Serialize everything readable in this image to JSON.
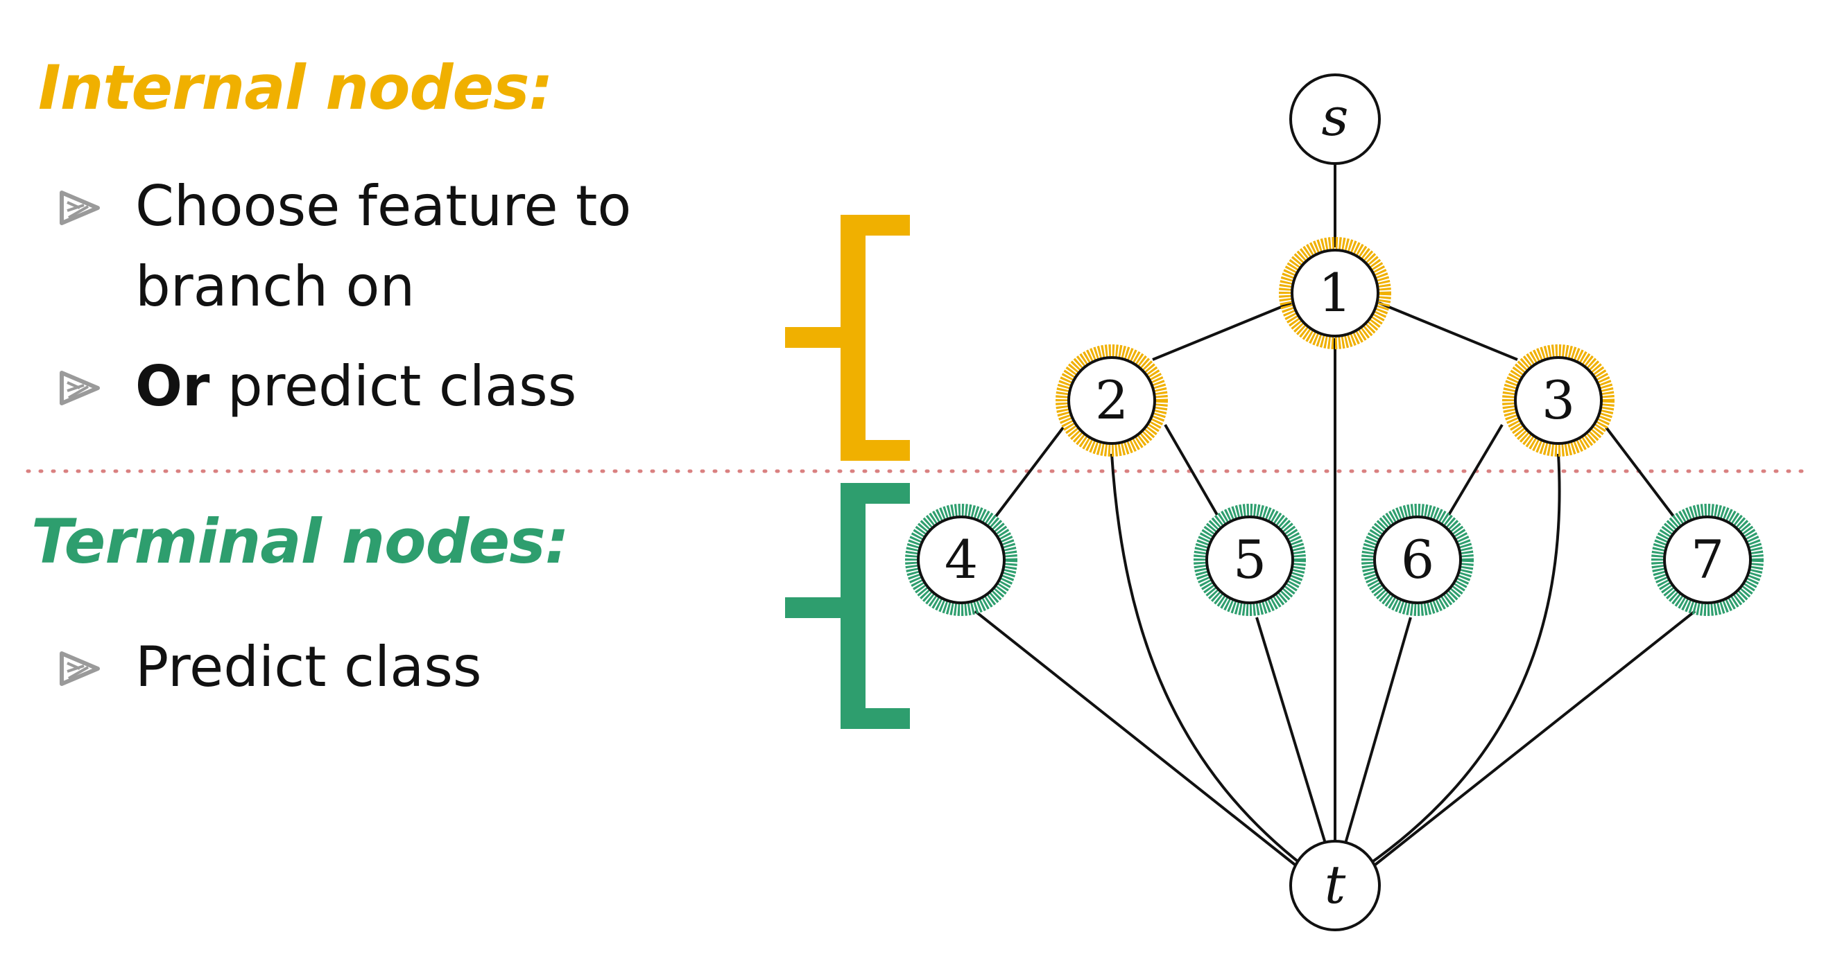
{
  "internal": {
    "heading": "Internal nodes:",
    "bullets": [
      {
        "line1": "Choose feature to",
        "line2": "branch on"
      },
      {
        "bold": "Or",
        "rest": " predict class"
      }
    ]
  },
  "terminal": {
    "heading": "Terminal nodes:",
    "bullets": [
      {
        "text": "Predict class"
      }
    ]
  },
  "graph": {
    "source_label": "s",
    "sink_label": "t",
    "internal_node_labels": [
      "1",
      "2",
      "3"
    ],
    "terminal_node_labels": [
      "4",
      "5",
      "6",
      "7"
    ]
  },
  "colors": {
    "internal": "#F0B000",
    "terminal": "#2E9E6E",
    "divider": "#D98080",
    "bullet_icon": "#9A9A9A",
    "text": "#111111"
  },
  "icons": {
    "bullet": "triangle-bullet-icon",
    "bracket_internal": "bracket-icon",
    "bracket_terminal": "bracket-icon"
  }
}
